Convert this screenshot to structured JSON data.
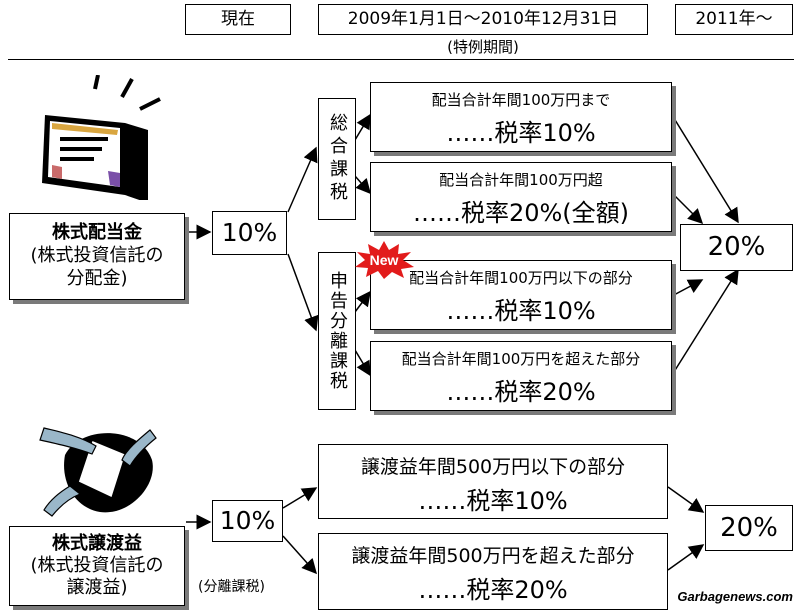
{
  "header": {
    "col1": "現在",
    "col2": "2009年1月1日～2010年12月31日",
    "col2_note": "(特例期間)",
    "col3": "2011年～"
  },
  "dividend": {
    "label_main": "株式配当金",
    "label_sub1": "(株式投資信託の",
    "label_sub2": "分配金)",
    "current_rate": "10%",
    "method_total": "総合課税",
    "method_separate": "申告分離課税",
    "new_badge": "New",
    "options": [
      {
        "line1": "配当合計年間100万円まで",
        "line2": "……税率10%"
      },
      {
        "line1": "配当合計年間100万円超",
        "line2": "……税率20%(全額)"
      },
      {
        "line1": "配当合計年間100万円以下の部分",
        "line2": "……税率10%"
      },
      {
        "line1": "配当合計年間100万円を超えた部分",
        "line2": "……税率20%"
      }
    ],
    "future_rate": "20%"
  },
  "capital_gains": {
    "label_main": "株式譲渡益",
    "label_sub1": "(株式投資信託の",
    "label_sub2": "譲渡益)",
    "current_rate": "10%",
    "current_note": "(分離課税)",
    "options": [
      {
        "line1": "譲渡益年間500万円以下の部分",
        "line2": "……税率10%"
      },
      {
        "line1": "譲渡益年間500万円を超えた部分",
        "line2": "……税率20%"
      }
    ],
    "future_rate": "20%"
  },
  "watermark": "Garbagenews.com"
}
